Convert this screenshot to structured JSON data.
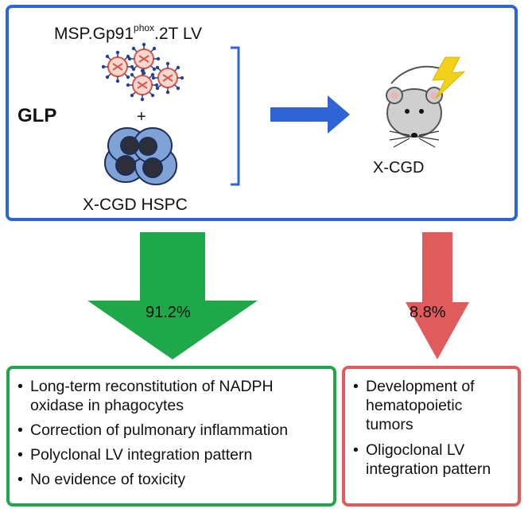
{
  "header": {
    "vector_label_main": "MSP.Gp91",
    "vector_label_sup": "phox",
    "vector_label_suffix": ".2T LV",
    "group_label": "GLP",
    "plus_sign": "+",
    "cells_label": "X-CGD HSPC",
    "mouse_label": "X-CGD"
  },
  "outcomes": {
    "green": {
      "percent": "91.2%",
      "color": "#1ea84a",
      "items": [
        "Long-term reconstitution of NADPH oxidase in phagocytes",
        "Correction of pulmonary inflammation",
        "Polyclonal LV integration pattern",
        "No evidence of toxicity"
      ]
    },
    "red": {
      "percent": "8.8%",
      "color": "#e05b5b",
      "items": [
        "Development of hematopoietic tumors",
        "Oligoclonal LV integration pattern"
      ]
    }
  },
  "colors": {
    "frame": "#2f63d6",
    "arrow_blue": "#2f63d6",
    "green_arrow": "#1ea84a",
    "red_arrow": "#e05b5b",
    "cell_fill": "#7fa3d6",
    "nucleus": "#2c2f3a",
    "virus_red": "#d8584a",
    "spike_blue": "#2a3f8f",
    "lightning": "#f2d11a"
  }
}
